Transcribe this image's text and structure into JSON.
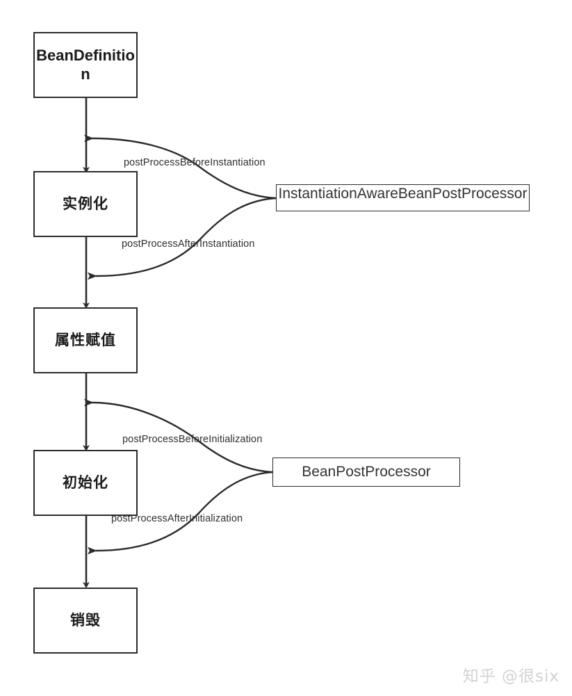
{
  "diagram": {
    "title": "Spring Bean Lifecycle",
    "background_color": "#ffffff",
    "stroke_color": "#2b2b2b",
    "lifecycle_nodes": [
      {
        "id": "bean-definition",
        "label": "BeanDefinition",
        "style": "en-bold"
      },
      {
        "id": "instantiation",
        "label": "实例化",
        "style": "cn"
      },
      {
        "id": "populate",
        "label": "属性赋值",
        "style": "cn"
      },
      {
        "id": "initialization",
        "label": "初始化",
        "style": "cn"
      },
      {
        "id": "destruction",
        "label": "销毁",
        "style": "cn"
      }
    ],
    "processor_nodes": [
      {
        "id": "instantiation-aware-bean-post-processor",
        "label": "InstantiationAwareBeanPostProcessor"
      },
      {
        "id": "bean-post-processor",
        "label": "BeanPostProcessor"
      }
    ],
    "edge_labels": [
      {
        "id": "post-process-before-instantiation",
        "label": "postProcessBeforeInstantiation"
      },
      {
        "id": "post-process-after-instantiation",
        "label": "postProcessAfterInstantiation"
      },
      {
        "id": "post-process-before-initialization",
        "label": "postProcessBeforeInitialization"
      },
      {
        "id": "post-process-after-initialization",
        "label": "postProcessAfterInitialization"
      }
    ],
    "watermark": "知乎 @很six"
  }
}
